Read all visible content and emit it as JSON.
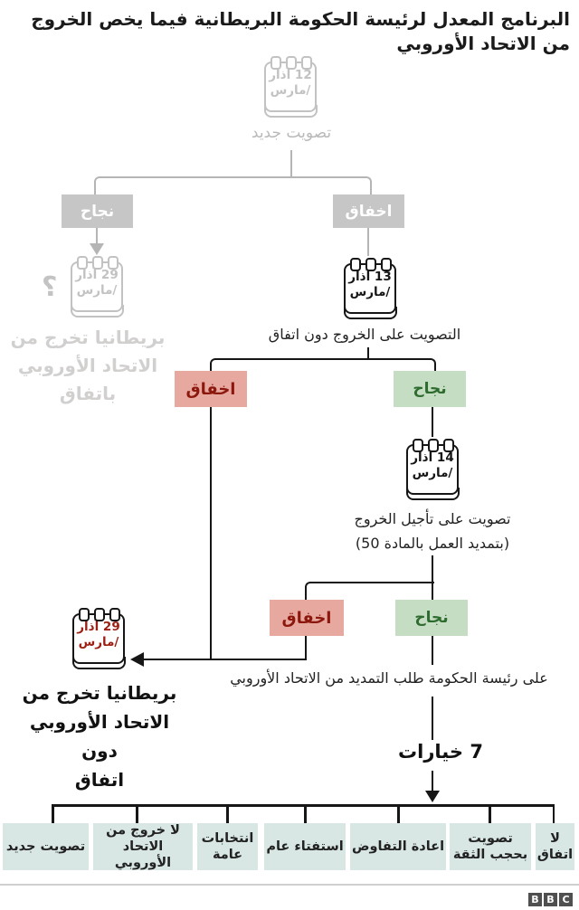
{
  "title": {
    "text": "البرنامج المعدل لرئيسة الحكومة البريطانية فيما يخص الخروج\nمن الاتحاد الأوروبي"
  },
  "labels": {
    "success": "نجاح",
    "failure": "اخفاق"
  },
  "stage1": {
    "calendar": {
      "line1": "12 آذار",
      "line2": "/مارس"
    },
    "caption": "تصويت جديد"
  },
  "gray_outcome": {
    "question": "؟",
    "calendar": {
      "line1": "29 آذار",
      "line2": "/مارس"
    },
    "text": "بريطانيا تخرج من\nالاتحاد الأوروبي\nباتفاق"
  },
  "stage2": {
    "calendar": {
      "line1": "13 آذار",
      "line2": "/مارس"
    },
    "caption": "التصويت على الخروج دون اتفاق"
  },
  "stage3": {
    "calendar": {
      "line1": "14 آذار",
      "line2": "/مارس"
    },
    "caption_line1": "تصويت على تأجيل الخروج",
    "caption_line2": "(بتمديد العمل بالمادة 50)"
  },
  "no_deal_outcome": {
    "calendar": {
      "line1": "29 آذار",
      "line2": "/مارس"
    },
    "text": "بريطانيا تخرج من\nالاتحاد الأوروبي دون\nاتفاق"
  },
  "extension": {
    "caption": "على رئيسة الحكومة  طلب التمديد من الاتحاد الأوروبي",
    "options_title": "7 خيارات"
  },
  "options": [
    {
      "label": "لا\nاتفاق"
    },
    {
      "label": "تصويت\nبحجب الثقة"
    },
    {
      "label": "اعادة التفاوض"
    },
    {
      "label": "استفتاء عام"
    },
    {
      "label": "انتخابات\nعامة"
    },
    {
      "label": "لا خروج من\nالاتحاد الأوروبي"
    },
    {
      "label": "تصويت جديد"
    }
  ],
  "branding": {
    "letters": [
      "B",
      "B",
      "C"
    ]
  },
  "colors": {
    "gray_box": "#c6c6c6",
    "gray_line": "#b5b5b5",
    "gray_text": "#d2cfcf",
    "red_box": "#e7a89f",
    "red_text": "#8c170d",
    "green_box": "#c5ddc3",
    "green_text": "#2e6b2f",
    "black_line": "#161616",
    "calendar_red_text": "#9d1f13",
    "option_box": "#d8e7e4"
  }
}
